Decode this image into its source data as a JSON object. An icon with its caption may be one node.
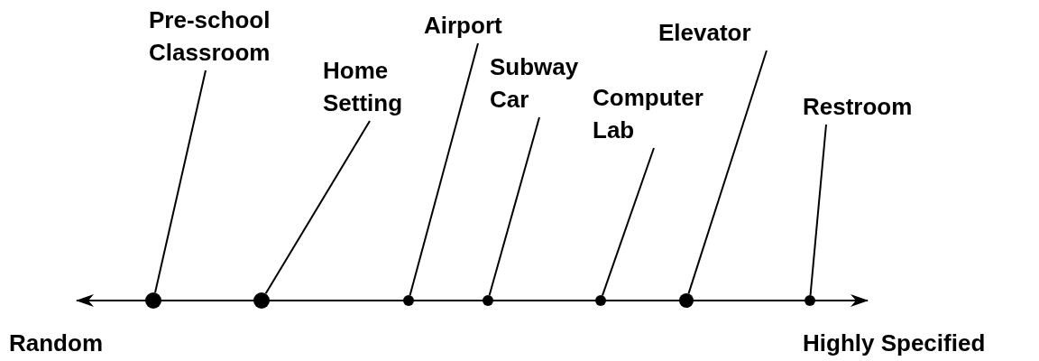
{
  "diagram": {
    "nodes": [
      {
        "text": [
          "Pre-school Classroom"
        ]
      },
      {
        "text": [
          "Home Setting"
        ]
      },
      {
        "text": [
          "Airport"
        ]
      },
      {
        "text": [
          "Subway Car"
        ]
      },
      {
        "text": [
          "Computer Lab"
        ]
      },
      {
        "text": [
          "Elevator"
        ]
      },
      {
        "text": [
          "Restroom"
        ]
      },
      {
        "text": [],
        "shape": "circle"
      },
      {
        "text": [],
        "shape": "circle"
      },
      {
        "text": [],
        "shape": "circle"
      },
      {
        "text": [],
        "shape": "circle"
      },
      {
        "text": [],
        "shape": "circle"
      },
      {
        "text": [],
        "shape": "circle"
      },
      {
        "text": [],
        "shape": "circle"
      }
    ],
    "edges": [
      {
        "from": 0,
        "to": 7,
        "arrow": "none"
      },
      {
        "from": 1,
        "to": 8,
        "arrow": "none"
      },
      {
        "from": 2,
        "to": 9,
        "arrow": "none"
      },
      {
        "from": 3,
        "to": 10,
        "arrow": "none"
      },
      {
        "from": 4,
        "to": 11,
        "arrow": "none"
      },
      {
        "from": 5,
        "to": 12,
        "arrow": "none"
      },
      {
        "from": 6,
        "to": 13,
        "arrow": "none"
      }
    ],
    "labels": [
      "Random",
      "Highly Specified"
    ]
  }
}
